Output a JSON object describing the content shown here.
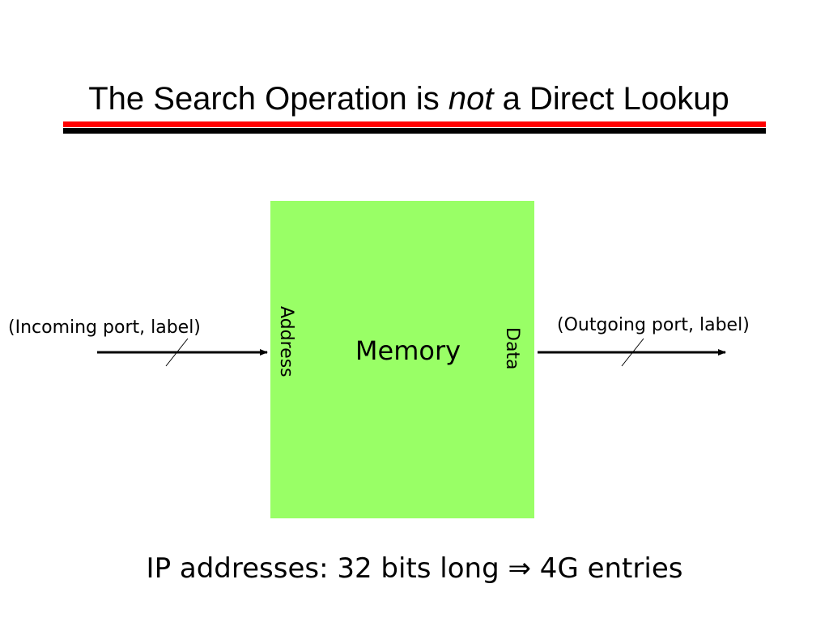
{
  "slide": {
    "title_start": "The Search Operation is ",
    "title_emphasis": "not",
    "title_end": " a Direct Lookup"
  },
  "diagram": {
    "memory_label": "Memory",
    "address_label": "Address",
    "data_label": "Data",
    "input_label": "(Incoming port, label)",
    "output_label": "(Outgoing port, label)"
  },
  "footer": {
    "text_before": "IP addresses: 32 bits long ",
    "implies_symbol": "⇒",
    "text_after": " 4G entries"
  },
  "colors": {
    "memory_fill": "#99ff66",
    "title_rule_red": "#ff0000",
    "title_rule_black": "#000000"
  }
}
